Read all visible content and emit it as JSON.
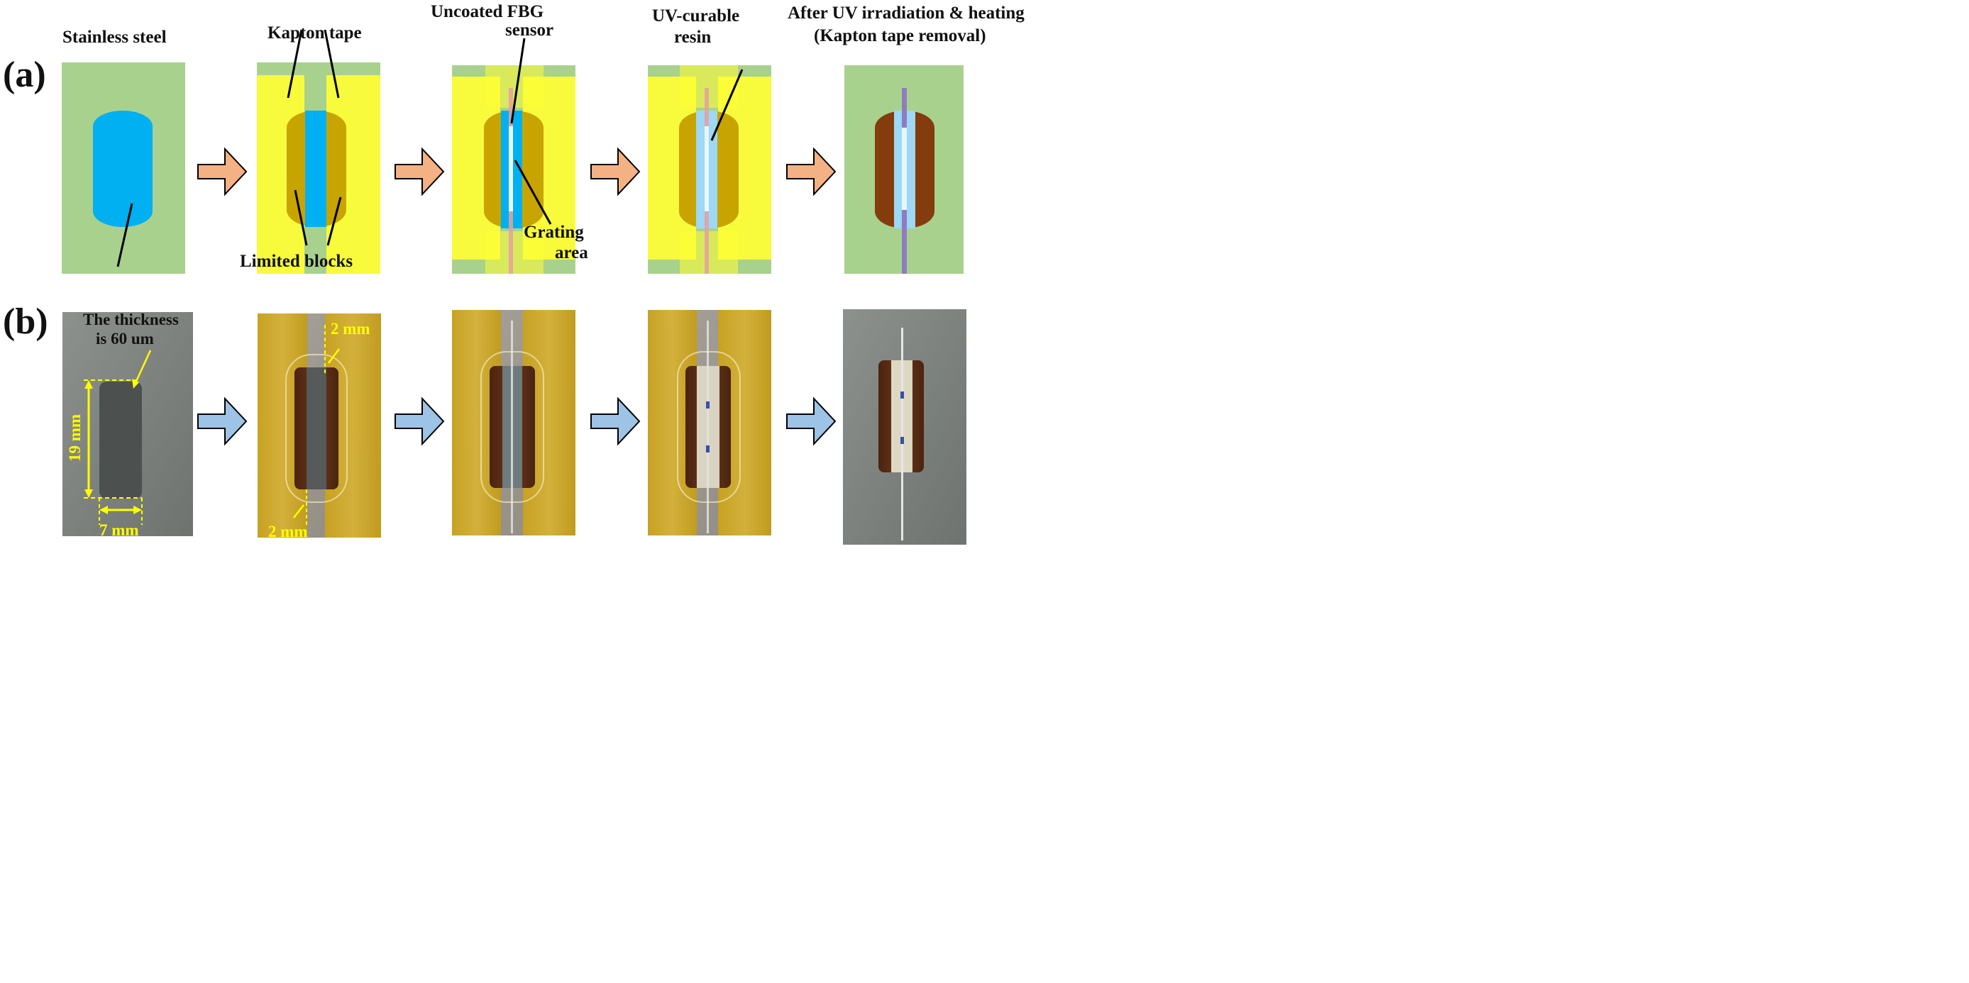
{
  "panel_a": {
    "letter": "(a)",
    "steps": [
      {
        "title": "Stainless steel"
      },
      {
        "title": "Kapton tape",
        "callout": "Limited blocks"
      },
      {
        "title_line1": "Uncoated FBG",
        "title_line2": "sensor",
        "callout_line1": "Grating",
        "callout_line2": "area"
      },
      {
        "title_line1": "UV-curable",
        "title_line2": "resin"
      },
      {
        "title_line1": "After UV irradiation & heating",
        "title_line2": "(Kapton tape removal)"
      }
    ]
  },
  "panel_b": {
    "letter": "(b)",
    "annotations": {
      "thickness_line1": "The thickness",
      "thickness_line2": "is 60 um",
      "length": "19 mm",
      "width": "7 mm",
      "gap_top": "2 mm",
      "gap_bottom": "2 mm"
    }
  },
  "colors": {
    "steel": "#a9d18e",
    "substrate": "#00b0f0",
    "kapton": "#ffff33",
    "block": "#c8a400",
    "resin": "#9dd8f5",
    "fiber": "#8e7cc3",
    "cured_block": "#843c0c",
    "arrow_a": "#f4b183",
    "arrow_b": "#9dc3e6",
    "annotation": "#ffff00"
  }
}
